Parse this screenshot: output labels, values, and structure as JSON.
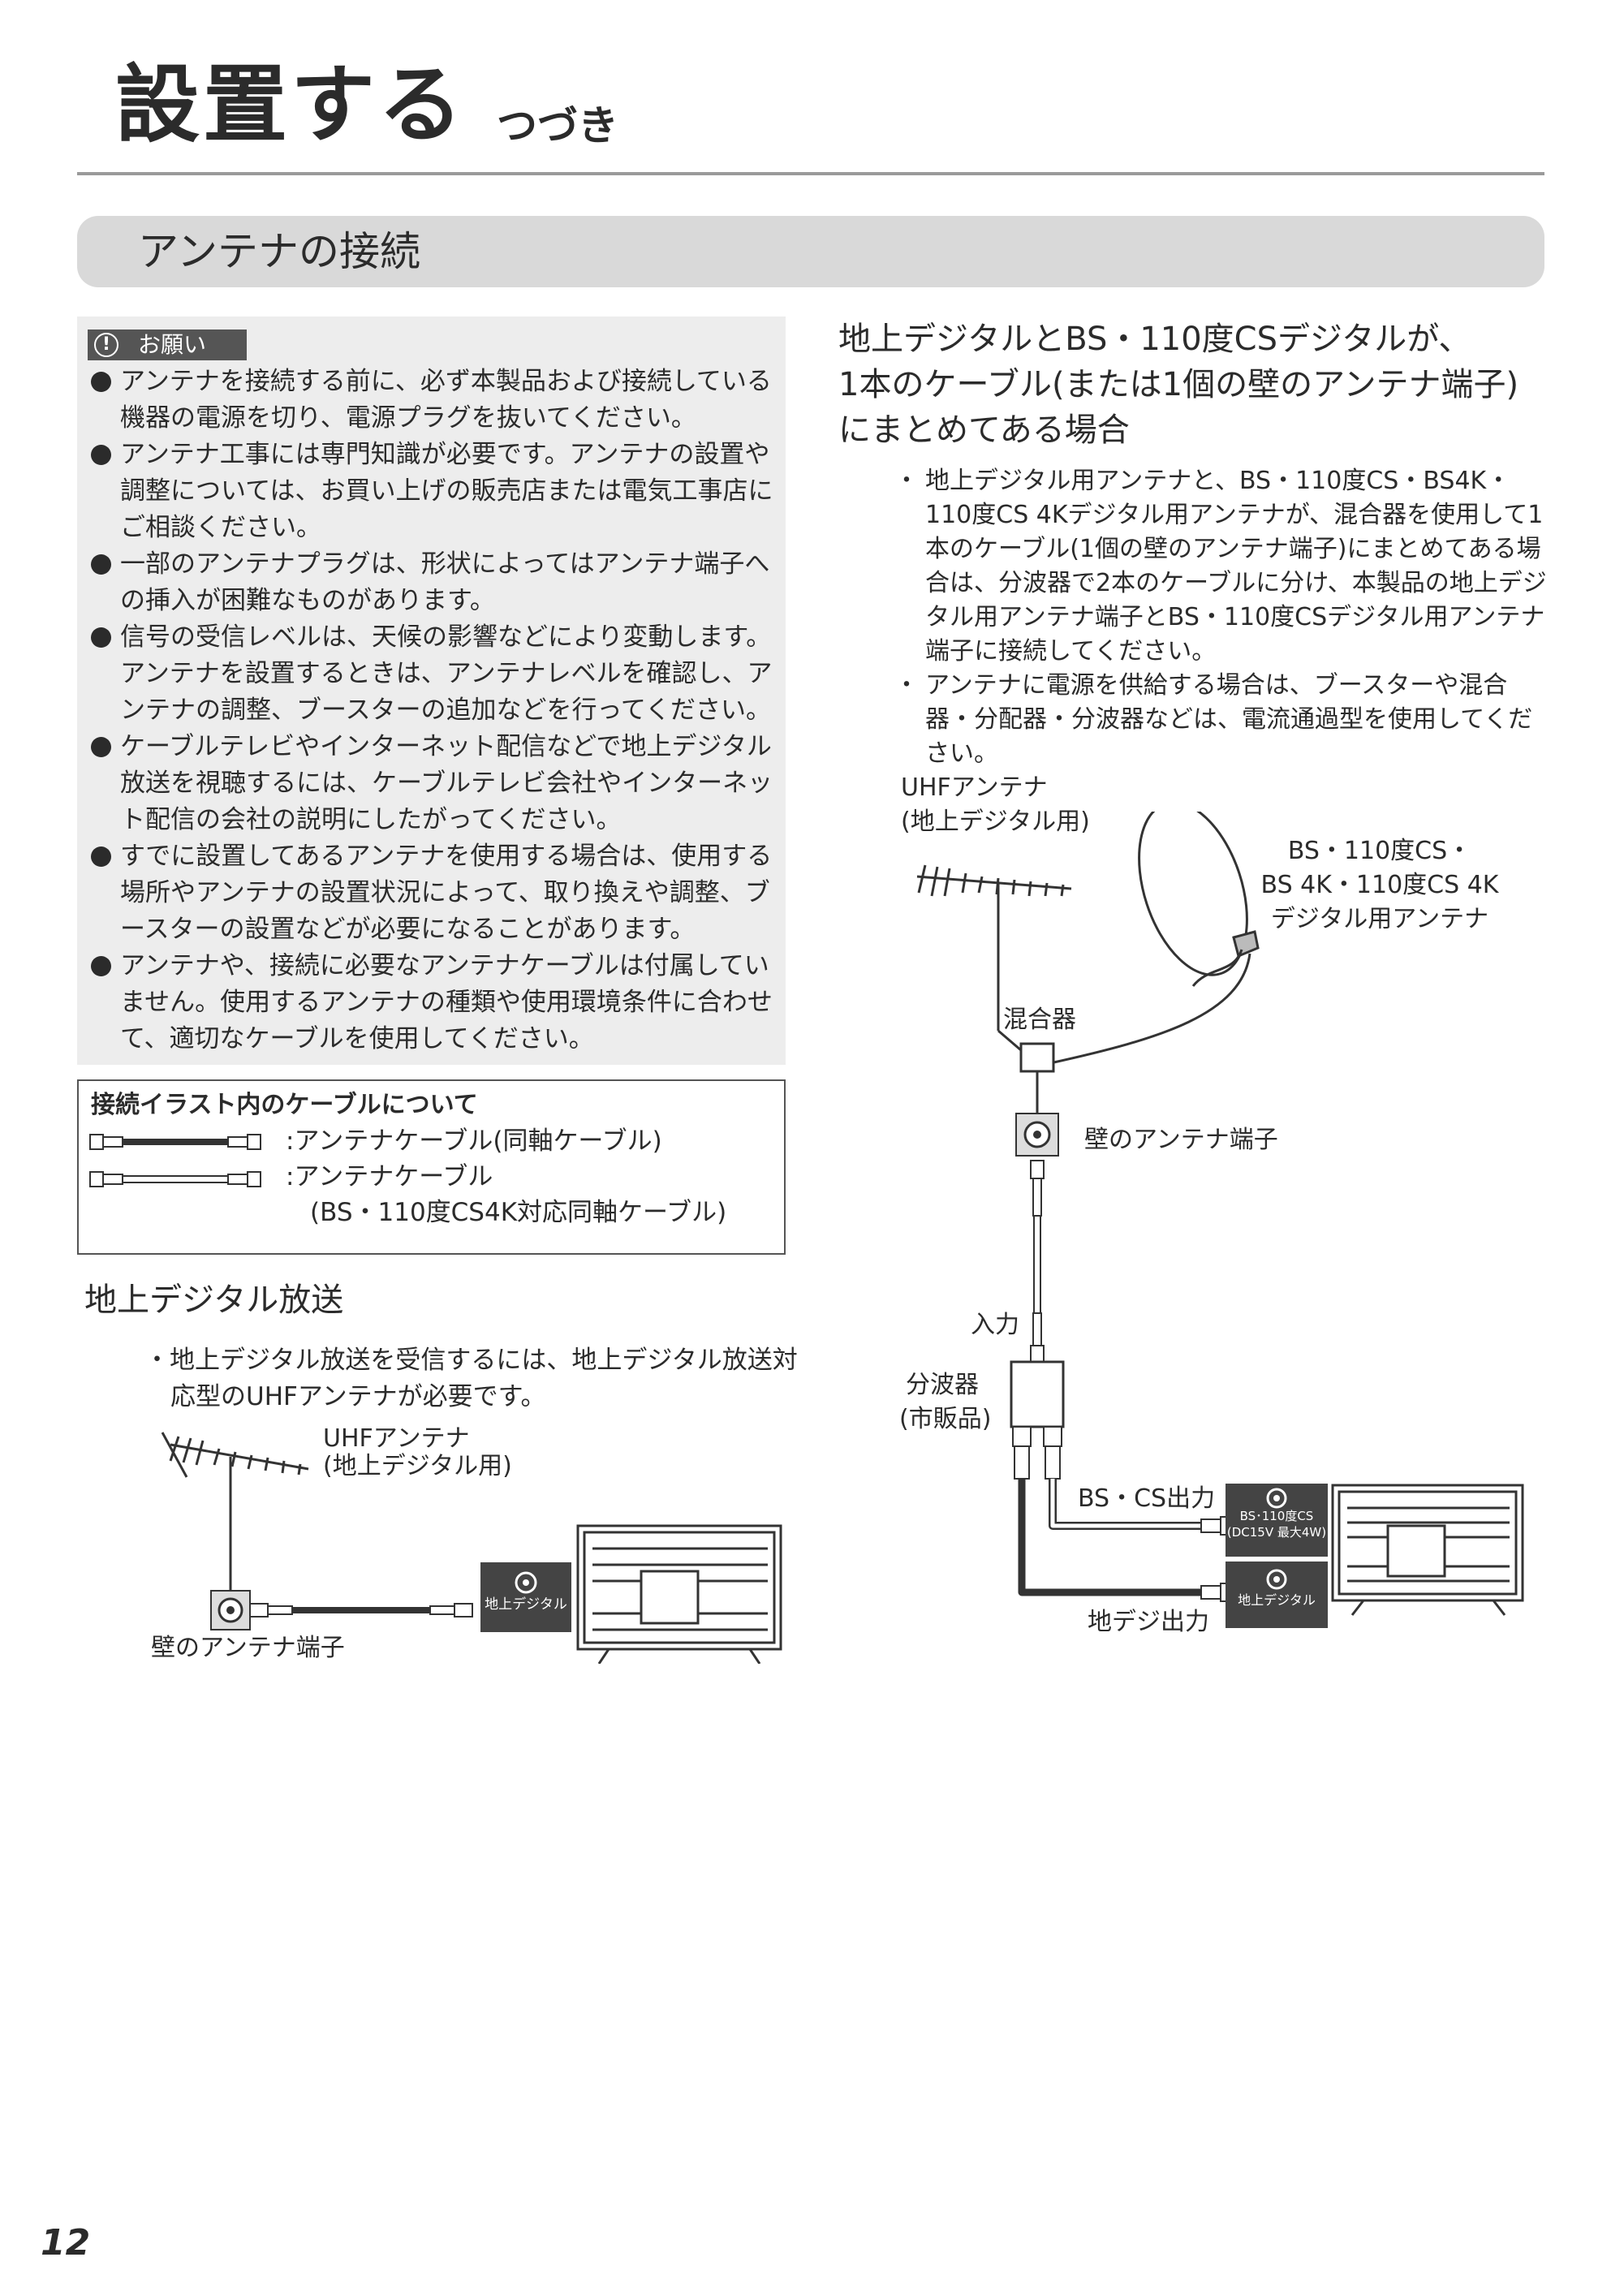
{
  "header": {
    "title": "設置する",
    "subtitle": "つづき"
  },
  "section": {
    "title": "アンテナの接続"
  },
  "caution": {
    "icon": "exclamation-circle-icon",
    "label": "お願い",
    "items": [
      "アンテナを接続する前に、必ず本製品および接続している機器の電源を切り、電源プラグを抜いてください。",
      "アンテナ工事には専門知識が必要です。アンテナの設置や調整については、お買い上げの販売店または電気工事店にご相談ください。",
      "一部のアンテナプラグは、形状によってはアンテナ端子への挿入が困難なものがあります。",
      "信号の受信レベルは、天候の影響などにより変動します。アンテナを設置するときは、アンテナレベルを確認し、アンテナの調整、ブースターの追加などを行ってください。",
      "ケーブルテレビやインターネット配信などで地上デジタル放送を視聴するには、ケーブルテレビ会社やインターネット配信の会社の説明にしたがってください。",
      "すでに設置してあるアンテナを使用する場合は、使用する場所やアンテナの設置状況によって、取り換えや調整、ブースターの設置などが必要になることがあります。",
      "アンテナや、接続に必要なアンテナケーブルは付属していません。使用するアンテナの種類や使用環境条件に合わせて、適切なケーブルを使用してください。"
    ]
  },
  "cable_legend": {
    "title": "接続イラスト内のケーブルについて",
    "coax": ":アンテナケーブル(同軸ケーブル)",
    "bs_line1": ":アンテナケーブル",
    "bs_line2": "(BS・110度CS4K対応同軸ケーブル)"
  },
  "terrestrial": {
    "title": "地上デジタル放送",
    "bullet": "・地上デジタル放送を受信するには、地上デジタル放送対応型のUHFアンテナが必要です。",
    "antenna_line1": "UHFアンテナ",
    "antenna_line2": "(地上デジタル用)",
    "wall_terminal": "壁のアンテナ端子",
    "tv_port": "地上デジタル"
  },
  "combined": {
    "title_line1": "地上デジタルとBS・110度CSデジタルが、",
    "title_line2": "1本のケーブル(または1個の壁のアンテナ端子)",
    "title_line3": "にまとめてある場合",
    "bullets": [
      "地上デジタル用アンテナと、BS・110度CS・BS4K・110度CS 4Kデジタル用アンテナが、混合器を使用して1本のケーブル(1個の壁のアンテナ端子)にまとめてある場合は、分波器で2本のケーブルに分け、本製品の地上デジタル用アンテナ端子とBS・110度CSデジタル用アンテナ端子に接続してください。",
      "アンテナに電源を供給する場合は、ブースターや混合器・分配器・分波器などは、電流通過型を使用してください。"
    ],
    "uhf_line1": "UHFアンテナ",
    "uhf_line2": "(地上デジタル用)",
    "dish_line1": "BS・110度CS・",
    "dish_line2": "BS 4K・110度CS 4K",
    "dish_line3": "デジタル用アンテナ",
    "mixer": "混合器",
    "wall_terminal": "壁のアンテナ端子",
    "input": "入力",
    "splitter_line1": "分波器",
    "splitter_line2": "(市販品)",
    "bs_cs_out": "BS・CS出力",
    "terr_out": "地デジ出力",
    "tv_bs_port_line1": "BS･110度CS",
    "tv_bs_port_line2": "(DC15V 最大4W)",
    "tv_terr_port": "地上デジタル"
  },
  "page_number": "12"
}
